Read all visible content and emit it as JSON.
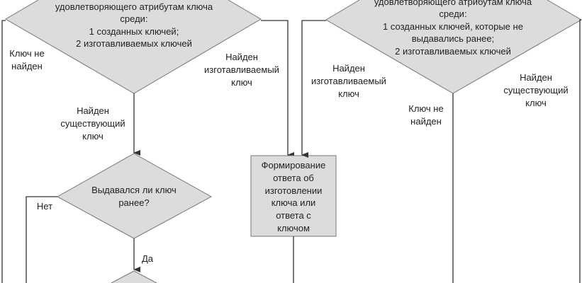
{
  "colors": {
    "shape_fill": "#dcdcdc",
    "line": "#333333"
  },
  "left_decision": {
    "lines": [
      "удовлетворяющего атрибутам ключа",
      "среди:",
      "1 созданных ключей;",
      "2 изготавливаемых ключей"
    ]
  },
  "right_decision": {
    "lines": [
      "удовлетворяющего атрибутам ключа",
      "среди:",
      "1 созданных ключей, которые не",
      "выдавались ранее;",
      "2 изготавливаемых ключей"
    ]
  },
  "issued_decision": {
    "lines": [
      "Выдавался ли ключ",
      "ранее?"
    ]
  },
  "response_box": {
    "lines": [
      "Формирование",
      "ответа об",
      "изготовлении",
      "ключа или",
      "ответа с",
      "ключом"
    ]
  },
  "labels": {
    "left_not_found": [
      "Ключ не",
      "найден"
    ],
    "left_found_manufactured": [
      "Найден",
      "изготавливаемый",
      "ключ"
    ],
    "left_found_existing": [
      "Найден",
      "существующий",
      "ключ"
    ],
    "right_found_manufactured": [
      "Найден",
      "изготавливаемый",
      "ключ"
    ],
    "right_not_found": [
      "Ключ не",
      "найден"
    ],
    "right_found_existing": [
      "Найден",
      "существующий",
      "ключ"
    ],
    "no": "Нет",
    "yes": "Да"
  }
}
